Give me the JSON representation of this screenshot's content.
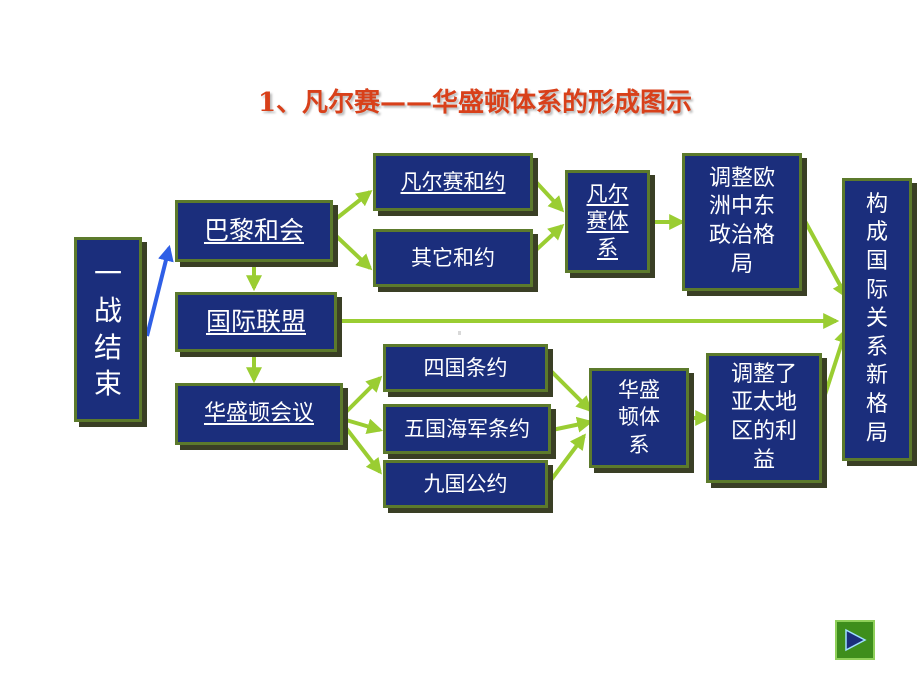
{
  "title": "1、凡尔赛——华盛顿体系的形成图示",
  "nodes": {
    "ww1_end": "一战结束",
    "paris_conference": "巴黎和会",
    "league_of_nations": "国际联盟",
    "washington_conference": "华盛顿会议",
    "versailles_treaty": "凡尔赛和约",
    "other_treaties": "其它和约",
    "versailles_system": "凡尔赛体系",
    "adjust_europe": "调整欧洲中东政治格局",
    "four_power_treaty": "四国条约",
    "five_power_naval_treaty": "五国海军条约",
    "nine_power_treaty": "九国公约",
    "washington_system": "华盛顿体系",
    "adjust_asia_pacific": "调整了亚太地区的利益",
    "new_pattern": "构成国际关系新格局"
  },
  "colors": {
    "title": "#d8401a",
    "box_fill": "#1b2e7c",
    "box_border": "#5c7a2c",
    "arrow_green": "#9acd32",
    "arrow_blue": "#2f5fe6",
    "nav_button": "#3e8e1c"
  },
  "icons": {
    "next": "play-triangle-icon"
  }
}
